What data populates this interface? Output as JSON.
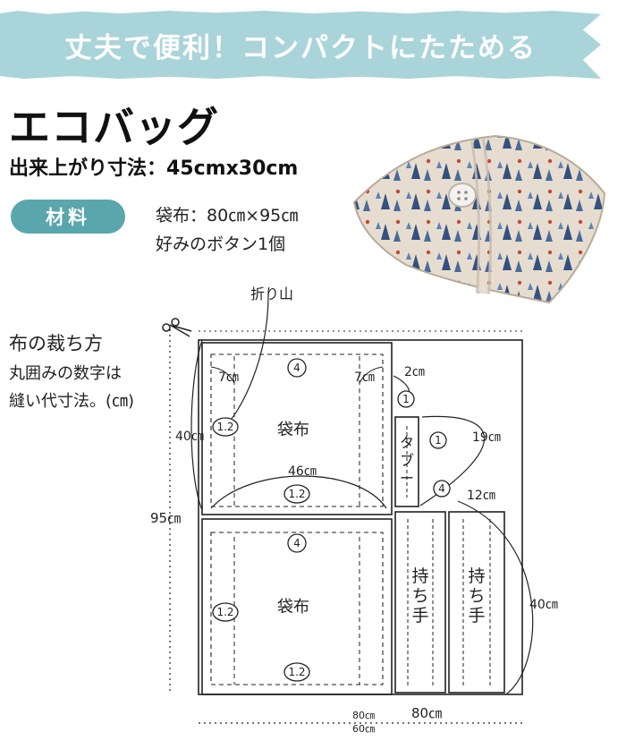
{
  "banner": {
    "text": "丈夫で便利！コンパクトにたためる"
  },
  "title": "エコバッグ",
  "finished_size": "出来上がり寸法：45cmx30cm",
  "materials": {
    "label": "材料",
    "items": [
      "袋布：80㎝×95㎝",
      "好みのボタン1個"
    ]
  },
  "cutting": {
    "title": "布の裁ち方",
    "note_lines": [
      "丸囲みの数字は",
      "縫い代寸法。(㎝)"
    ]
  },
  "diagram": {
    "fold_label": "折り山",
    "bag_label": "袋布",
    "handle_label_chars": [
      "持",
      "ち",
      "手"
    ],
    "tab_label_chars": [
      "タ",
      "ブ",
      "ー"
    ],
    "dim_7": "7㎝",
    "dim_40": "40㎝",
    "dim_95": "95㎝",
    "dim_46": "46㎝",
    "dim_2": "2㎝",
    "dim_19": "19㎝",
    "dim_12": "12㎝",
    "dim_40_handle": "40㎝",
    "dim_80": "80㎝",
    "dim_80_small": "80㎝",
    "dim_60_small": "60㎝",
    "circle_4": "4",
    "circle_1_2": "1.2",
    "circle_1": "1"
  },
  "colors": {
    "banner": "#a9d4da",
    "pill": "#5aa6ad"
  }
}
